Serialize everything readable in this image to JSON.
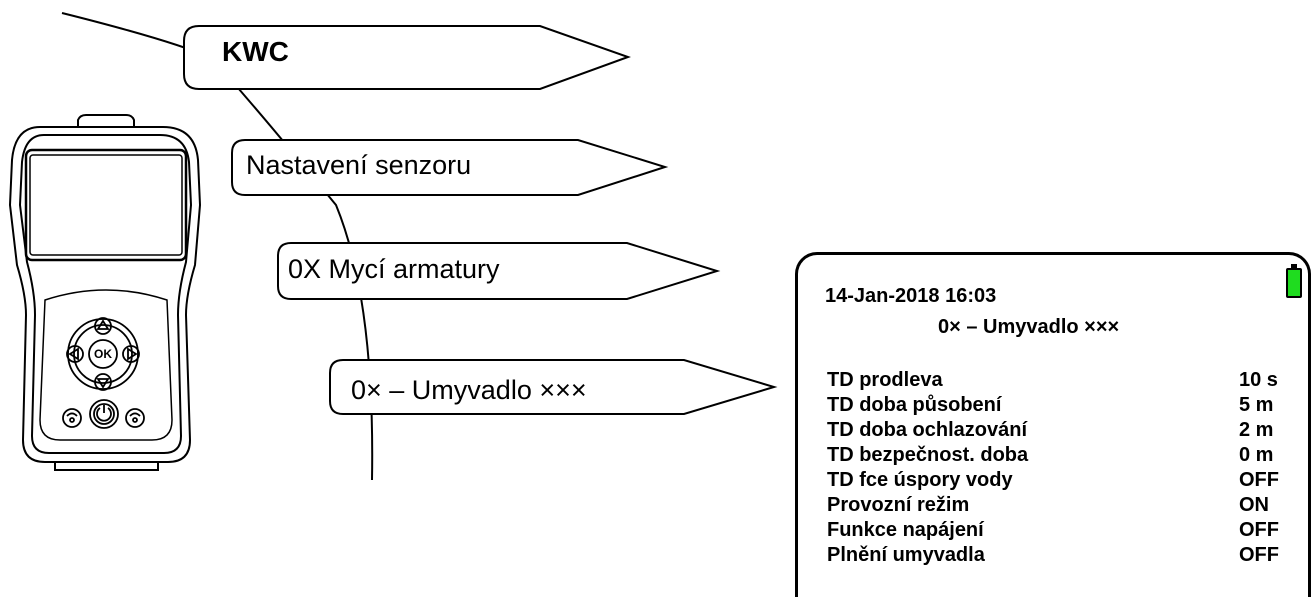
{
  "menu": {
    "level1": "KWC",
    "level2": "Nastavení senzoru",
    "level3": "0X Mycí armatury",
    "level4": "0× – Umyvadlo ×××"
  },
  "screen": {
    "datetime": "14-Jan-2018 16:03",
    "title": "0× – Umyvadlo ×××",
    "battery_color": "#1fdc1f",
    "settings": [
      {
        "label": "TD prodleva",
        "value": "10 s"
      },
      {
        "label": "TD doba působení",
        "value": "5 m"
      },
      {
        "label": "TD doba ochlazování",
        "value": "2 m"
      },
      {
        "label": "TD bezpečnost. doba",
        "value": "0 m"
      },
      {
        "label": "TD fce úspory vody",
        "value": "OFF"
      },
      {
        "label": "Provozní režim",
        "value": "ON"
      },
      {
        "label": "Funkce napájení",
        "value": "OFF"
      },
      {
        "label": "Plnění umyvadla",
        "value": "OFF"
      }
    ]
  },
  "device": {
    "icons": [
      "up-arrow-icon",
      "down-arrow-icon",
      "left-arrow-icon",
      "right-arrow-icon",
      "ok-icon",
      "power-icon",
      "sensor-left-icon",
      "sensor-right-icon"
    ],
    "ok_label": "OK"
  }
}
